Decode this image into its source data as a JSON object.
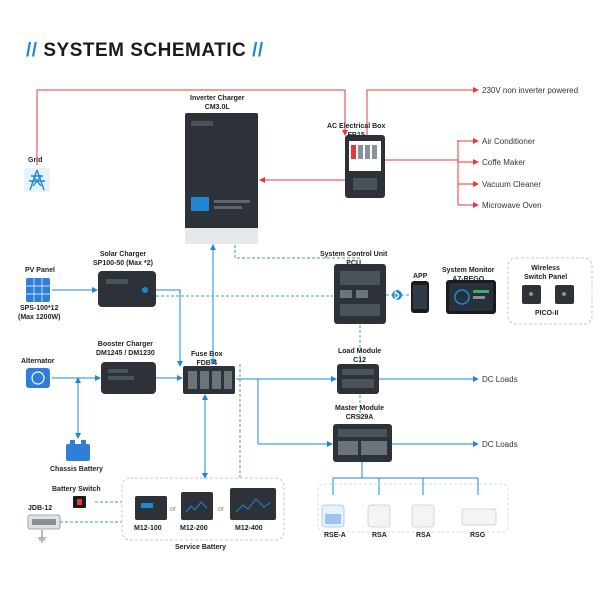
{
  "title": {
    "prefix": "//",
    "text": "SYSTEM SCHEMATIC",
    "suffix": "//",
    "accent_color": "#1e88d6"
  },
  "colors": {
    "ac_line": "#e5383b",
    "dc_line": "#1e88d6",
    "comm_line": "#3cae6a",
    "device_dark": "#2d3238",
    "panel_blue": "#2f7fd8"
  },
  "nodes": {
    "inverter": {
      "title": "Inverter Charger",
      "model": "CM3.0L",
      "icon": "inverter-charger-icon"
    },
    "ac_box": {
      "title": "AC Electrical Box",
      "model": "FB15",
      "icon": "breaker-box-icon"
    },
    "grid": {
      "title": "Grid",
      "icon": "pylon-icon"
    },
    "solar_charger": {
      "title": "Solar Charger",
      "model": "SP100-50 (Max *2)",
      "icon": "mppt-icon"
    },
    "pv_panel": {
      "title": "PV Panel",
      "model": "SPS-100*12",
      "note": "(Max 1200W)",
      "icon": "solar-panel-icon"
    },
    "booster": {
      "title": "Booster Charger",
      "model": "DM1245 / DM1230",
      "icon": "dc-dc-charger-icon"
    },
    "alternator": {
      "title": "Alternator",
      "icon": "alternator-icon"
    },
    "chassis_battery": {
      "title": "Chassis Battery",
      "icon": "battery-icon"
    },
    "fuse_box": {
      "title": "Fuse Box",
      "model": "FDB-4",
      "icon": "fuse-box-icon"
    },
    "pcu": {
      "title": "System Control Unit",
      "model": "PCU",
      "icon": "control-unit-icon"
    },
    "app": {
      "title": "APP",
      "icon": "phone-icon"
    },
    "monitor": {
      "title": "System Monitor",
      "model": "A7-REGO",
      "icon": "tablet-icon"
    },
    "wireless": {
      "title": "Wireless",
      "subtitle": "Switch Panel",
      "model": "PICO-II",
      "icon": "switch-panel-icon"
    },
    "load_module": {
      "title": "Load Module",
      "model": "C12",
      "icon": "load-module-icon"
    },
    "master_module": {
      "title": "Master Module",
      "model": "CRS29A",
      "icon": "master-module-icon"
    },
    "battery_switch": {
      "title": "Battery Switch",
      "icon": "switch-icon"
    },
    "jdb": {
      "title": "JDB-12",
      "icon": "junction-box-icon"
    },
    "service_battery": {
      "title": "Service Battery",
      "separator": "or",
      "options": [
        "M12-100",
        "M12-200",
        "M12-400"
      ]
    },
    "sensors": [
      "RSE-A",
      "RSA",
      "RSA",
      "RSG"
    ]
  },
  "outputs": {
    "non_inverter": "230V non inverter powered",
    "ac_loads": [
      "Air Conditioner",
      "Coffe Maker",
      "Vacuum Cleaner",
      "Microwave Oven"
    ],
    "dc_loads_1": "DC Loads",
    "dc_loads_2": "DC Loads"
  }
}
